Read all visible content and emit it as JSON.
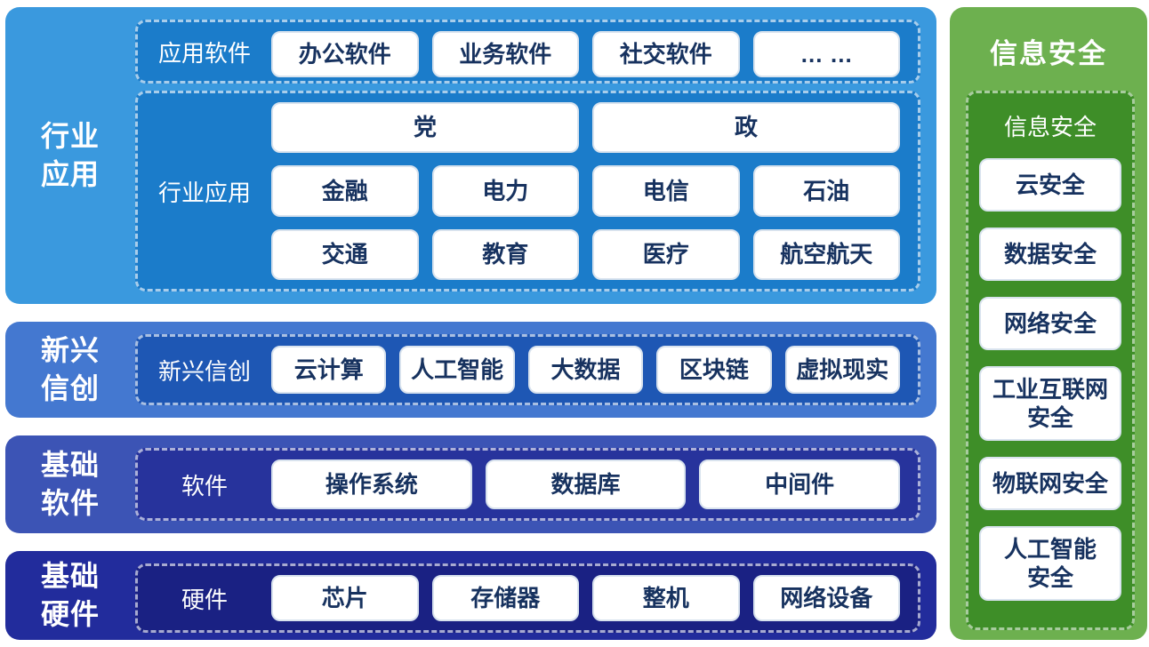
{
  "palette": {
    "layer1_bg": "#3a99de",
    "layer1_inner": "#1b7cca",
    "layer2_bg": "#4478d0",
    "layer2_inner": "#1e57b4",
    "layer3_bg": "#3c54b5",
    "layer3_inner": "#27339c",
    "layer4_bg": "#222c9c",
    "layer4_inner": "#1a2183",
    "security_bg": "#6db04f",
    "security_inner": "#3e8e28",
    "box_bg": "#ffffff",
    "box_text": "#17325f",
    "label_text": "#ffffff"
  },
  "layers": [
    {
      "id": "industry-applications",
      "side_label": "行业\n应用",
      "groups": [
        {
          "label": "应用软件",
          "rows": [
            [
              "办公软件",
              "业务软件",
              "社交软件",
              "… …"
            ]
          ]
        },
        {
          "label": "行业应用",
          "rows": [
            [
              "党",
              "政"
            ],
            [
              "金融",
              "电力",
              "电信",
              "石油"
            ],
            [
              "交通",
              "教育",
              "医疗",
              "航空航天"
            ]
          ]
        }
      ]
    },
    {
      "id": "emerging-xinchuang",
      "side_label": "新兴\n信创",
      "groups": [
        {
          "label": "新兴信创",
          "rows": [
            [
              "云计算",
              "人工智能",
              "大数据",
              "区块链",
              "虚拟现实"
            ]
          ]
        }
      ]
    },
    {
      "id": "basic-software",
      "side_label": "基础\n软件",
      "groups": [
        {
          "label": "软件",
          "rows": [
            [
              "操作系统",
              "数据库",
              "中间件"
            ]
          ]
        }
      ]
    },
    {
      "id": "basic-hardware",
      "side_label": "基础\n硬件",
      "groups": [
        {
          "label": "硬件",
          "rows": [
            [
              "芯片",
              "存储器",
              "整机",
              "网络设备"
            ]
          ]
        }
      ]
    }
  ],
  "security": {
    "title": "信息安全",
    "inner_label": "信息安全",
    "items": [
      "云安全",
      "数据安全",
      "网络安全",
      "工业互联网\n安全",
      "物联网安全",
      "人工智能\n安全"
    ]
  }
}
